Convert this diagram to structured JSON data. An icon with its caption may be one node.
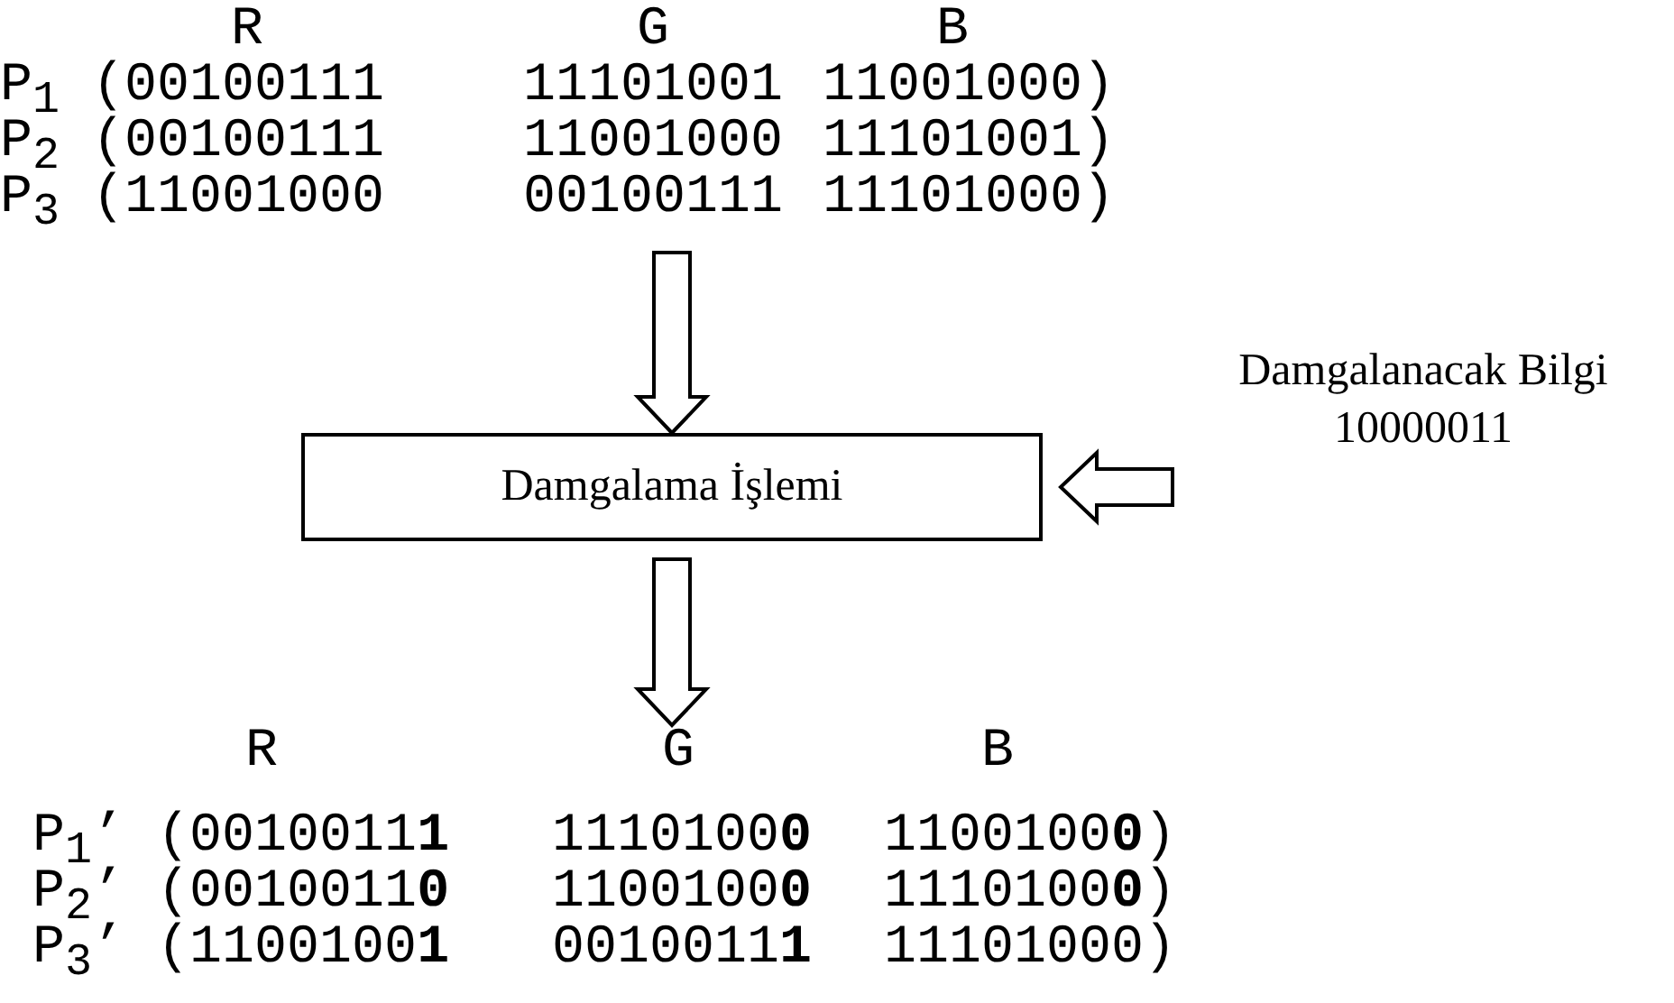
{
  "diagram": {
    "nodes": [
      {
        "text": [
          "R",
          "G",
          "B",
          "P$_{1}$ (00100111",
          "11101001",
          "11001000)",
          "P$_{2}$ (00100111",
          "11001000",
          "11101001)",
          "P$_{3}$ (11001000",
          "00100111",
          "11101000)"
        ]
      },
      {
        "text": [
          "Damgalama İşlemi"
        ]
      },
      {
        "text": [
          "Damgalanacak Bilgi",
          "10000011"
        ]
      },
      {
        "text": [
          "R",
          "G",
          "B",
          "P$_{1}$’ (0010011**1**",
          "1110100**0**",
          "1100100**0**)",
          "P$_{2}$’ (0010011**0**",
          "1100100**0**",
          "1110100**0**)",
          "P$_{3}$’ (1100100**1**",
          "0010011**1**",
          "11101000)"
        ]
      }
    ],
    "edges": [
      {
        "from": 0,
        "to": 1,
        "arrow": "to"
      },
      {
        "from": 2,
        "to": 1,
        "arrow": "to"
      },
      {
        "from": 1,
        "to": 3,
        "arrow": "to"
      }
    ]
  }
}
